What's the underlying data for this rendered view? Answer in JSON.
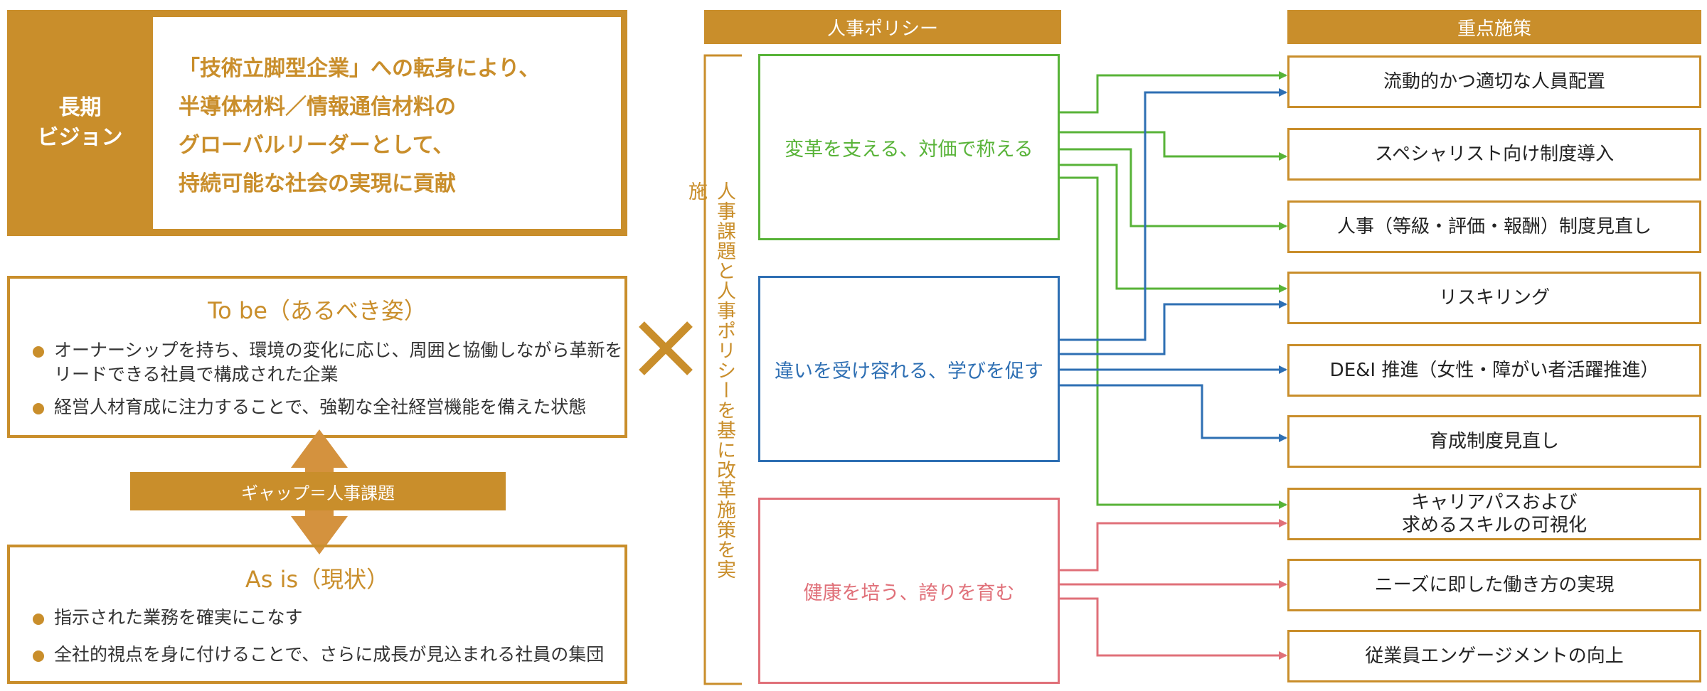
{
  "vision": {
    "label": "長期\nビジョン",
    "lines": [
      "「技術立脚型企業」への転身により、",
      "半導体材料／情報通信材料の",
      "グローバルリーダーとして、",
      "持続可能な社会の実現に貢献"
    ]
  },
  "tobe": {
    "title": "To be（あるべき姿）",
    "bullets": [
      "オーナーシップを持ち、環境の変化に応じ、周囲と協働しながら革新をリードできる社員で構成された企業",
      "経営人材育成に注力することで、強靭な全社経営機能を備えた状態"
    ]
  },
  "gap": {
    "label": "ギャップ＝人事課題"
  },
  "asis": {
    "title": "As is（現状）",
    "bullets": [
      "指示された業務を確実にこなす",
      "全社的視点を身に付けることで、さらに成長が見込まれる社員の集団"
    ]
  },
  "cross_symbol": "✕",
  "vertical_label": "人事課題と人事ポリシーを基に改革施策を実施",
  "headers": {
    "policy": "人事ポリシー",
    "measures": "重点施策"
  },
  "policies": [
    {
      "label": "変革を支える、対価で称える",
      "color": "#58b338"
    },
    {
      "label": "違いを受け容れる、学びを促す",
      "color": "#2e6fb3"
    },
    {
      "label": "健康を培う、誇りを育む",
      "color": "#e07079"
    }
  ],
  "measures": [
    "流動的かつ適切な人員配置",
    "スペシャリスト向け制度導入",
    "人事（等級・評価・報酬）制度見直し",
    "リスキリング",
    "DE&I 推進（女性・障がい者活躍推進）",
    "育成制度見直し",
    "キャリアパスおよび\n求めるスキルの可視化",
    "ニーズに即した働き方の実現",
    "従業員エンゲージメントの向上"
  ],
  "colors": {
    "accent": "#c98e2b",
    "green": "#58b338",
    "blue": "#2e6fb3",
    "pink": "#e07079"
  }
}
